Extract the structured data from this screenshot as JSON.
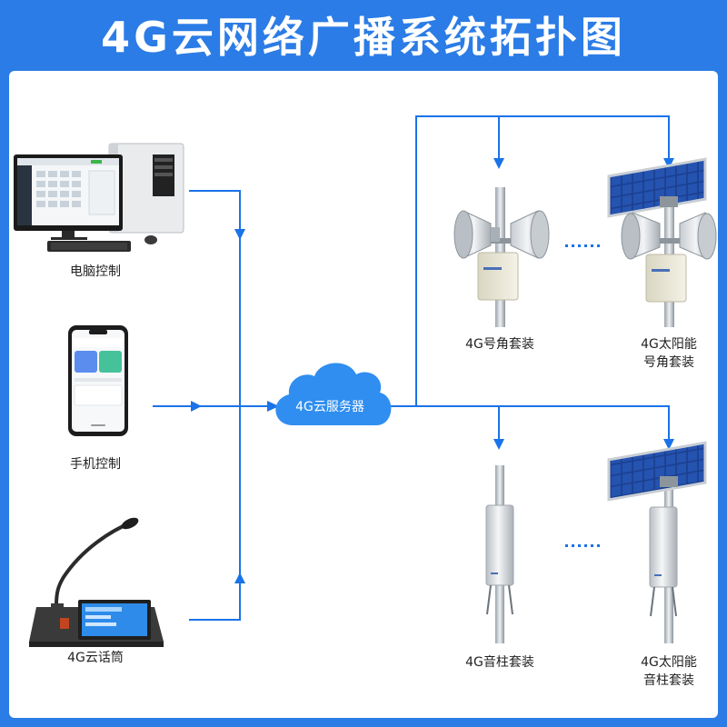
{
  "title": "4G云网络广播系统拓扑图",
  "colors": {
    "background": "#2b7ce6",
    "panel": "#ffffff",
    "line": "#1a73e8",
    "cloud": "#2f8ef0"
  },
  "sources": [
    {
      "id": "pc",
      "label": "电脑控制",
      "icon": "desktop-computer-icon"
    },
    {
      "id": "phone",
      "label": "手机控制",
      "icon": "smartphone-icon"
    },
    {
      "id": "mic",
      "label": "4G云话筒",
      "icon": "paging-microphone-icon"
    }
  ],
  "server": {
    "label": "4G云服务器",
    "icon": "cloud-icon"
  },
  "terminals": [
    {
      "id": "horn",
      "label": "4G号角套装",
      "icon": "horn-speaker-pole-icon"
    },
    {
      "id": "solar_horn",
      "label": "4G太阳能\n号角套装",
      "icon": "solar-horn-speaker-icon"
    },
    {
      "id": "column",
      "label": "4G音柱套装",
      "icon": "column-speaker-pole-icon"
    },
    {
      "id": "solar_column",
      "label": "4G太阳能\n音柱套装",
      "icon": "solar-column-speaker-icon"
    }
  ]
}
